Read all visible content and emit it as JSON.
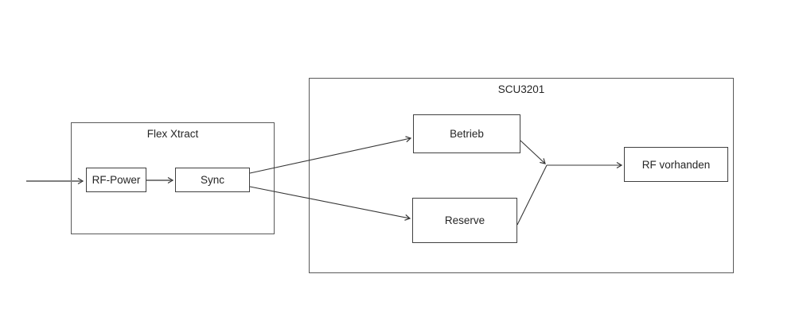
{
  "nodes": {
    "flex_xtract": {
      "label": "Flex Xtract",
      "type": "group"
    },
    "rf_power": {
      "label": "RF-Power",
      "type": "block"
    },
    "sync": {
      "label": "Sync",
      "type": "block"
    },
    "scu3201": {
      "label": "SCU3201",
      "type": "group"
    },
    "betrieb": {
      "label": "Betrieb",
      "type": "block"
    },
    "reserve": {
      "label": "Reserve",
      "type": "block"
    },
    "rf_vorhanden": {
      "label": "RF vorhanden",
      "type": "block"
    }
  },
  "edges": [
    {
      "from": "external-input",
      "to": "rf_power",
      "arrow": true
    },
    {
      "from": "rf_power",
      "to": "sync",
      "arrow": true
    },
    {
      "from": "sync",
      "to": "betrieb",
      "arrow": true
    },
    {
      "from": "sync",
      "to": "reserve",
      "arrow": true
    },
    {
      "from": "betrieb",
      "to": "junction",
      "arrow": true
    },
    {
      "from": "reserve",
      "to": "junction",
      "arrow": false
    },
    {
      "from": "junction",
      "to": "rf_vorhanden",
      "arrow": true
    }
  ],
  "colors": {
    "background": "#ffffff",
    "group_border": "#595959",
    "node_border": "#404040",
    "connector": "#363636",
    "input_arrow": "#7f7f7f",
    "text": "#262626"
  }
}
